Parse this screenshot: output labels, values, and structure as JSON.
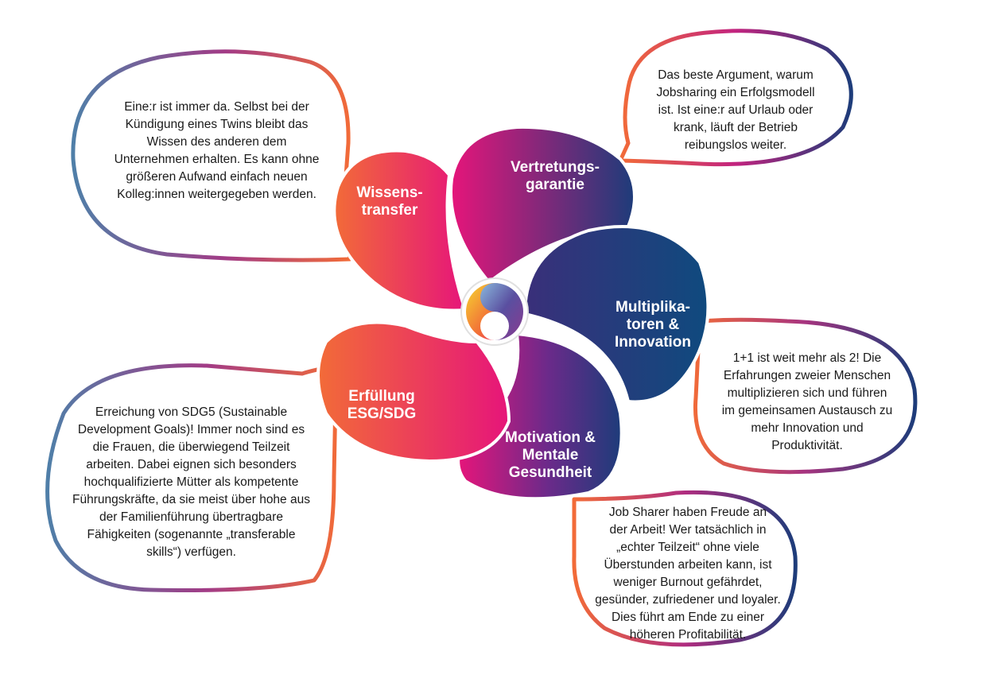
{
  "colors": {
    "orange": "#f26b38",
    "magenta": "#e6157a",
    "purple": "#6b2a8a",
    "navy": "#1d3c7a",
    "steel_blue": "#4f7fa8",
    "yellow": "#f5d630",
    "light_blue": "#8ab8dc"
  },
  "center_icon": {
    "name": "yin-yang-logo-icon"
  },
  "petals": [
    {
      "id": "wissenstransfer",
      "label": "Wissens-\ntransfer"
    },
    {
      "id": "vertretungsgarantie",
      "label": "Vertretungs-\ngarantie"
    },
    {
      "id": "multiplikatoren",
      "label": "Multiplika-\ntoren &\nInnovation"
    },
    {
      "id": "motivation",
      "label": "Motivation &\nMentale\nGesundheit"
    },
    {
      "id": "erfuellung",
      "label": "Erfüllung\nESG/SDG"
    }
  ],
  "bubbles": [
    {
      "id": "wissenstransfer",
      "text": "Eine:r ist immer da. Selbst bei der\nKündigung eines Twins bleibt das\nWissen des anderen dem\nUnternehmen erhalten. Es kann ohne\ngrößeren Aufwand einfach neuen\nKolleg:innen weitergegeben werden."
    },
    {
      "id": "vertretungsgarantie",
      "text": "Das beste Argument, warum\nJobsharing ein Erfolgsmodell\nist. Ist eine:r auf Urlaub oder\nkrank, läuft der Betrieb\nreibungslos weiter."
    },
    {
      "id": "multiplikatoren",
      "text": "1+1 ist weit mehr als 2! Die\nErfahrungen zweier Menschen\nmultiplizieren sich und führen\nim gemeinsamen Austausch zu\nmehr Innovation und\nProduktivität."
    },
    {
      "id": "motivation",
      "text": "Job Sharer haben Freude an\nder Arbeit! Wer tatsächlich in\n„echter Teilzeit“ ohne viele\nÜberstunden arbeiten kann, ist\nweniger Burnout gefährdet,\ngesünder, zufriedener und loyaler.\nDies führt am Ende zu einer\nhöheren Profitabilität."
    },
    {
      "id": "erfuellung",
      "text": "Erreichung von SDG5 (Sustainable\nDevelopment Goals)! Immer noch sind es\ndie Frauen, die überwiegend Teilzeit\narbeiten. Dabei eignen sich besonders\nhochqualifizierte Mütter als kompetente\nFührungskräfte, da sie meist über hohe aus\nder Familienführung übertragbare\nFähigkeiten (sogenannte „transferable\nskills“) verfügen."
    }
  ]
}
